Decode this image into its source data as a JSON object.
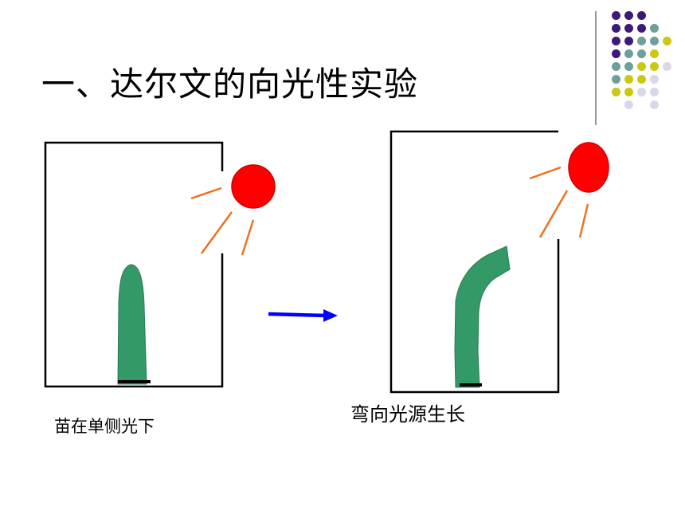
{
  "title": "一、达尔文的向光性实验",
  "captions": {
    "left": "苗在单侧光下",
    "right": "弯向光源生长"
  },
  "colors": {
    "sun": "#ff0000",
    "sun_outline": "#d40000",
    "rays": "#f07020",
    "seedling": "#339966",
    "arrow": "#0000ff",
    "box": "#000000",
    "dots": {
      "purple": "#3b1a7a",
      "teal": "#6f9e9e",
      "yellow": "#c9c812",
      "lavender": "#d8d8ea"
    }
  },
  "decor": {
    "dot_grid": [
      [
        "purple",
        "purple",
        "purple",
        "",
        ""
      ],
      [
        "purple",
        "purple",
        "purple",
        "teal",
        ""
      ],
      [
        "purple",
        "purple",
        "teal",
        "teal",
        "yellow"
      ],
      [
        "purple",
        "teal",
        "teal",
        "yellow",
        ""
      ],
      [
        "teal",
        "teal",
        "yellow",
        "yellow",
        "lavender"
      ],
      [
        "teal",
        "yellow",
        "yellow",
        "lavender",
        ""
      ],
      [
        "yellow",
        "yellow",
        "lavender",
        "lavender",
        ""
      ],
      [
        "",
        "lavender",
        "",
        "lavender",
        ""
      ]
    ]
  }
}
